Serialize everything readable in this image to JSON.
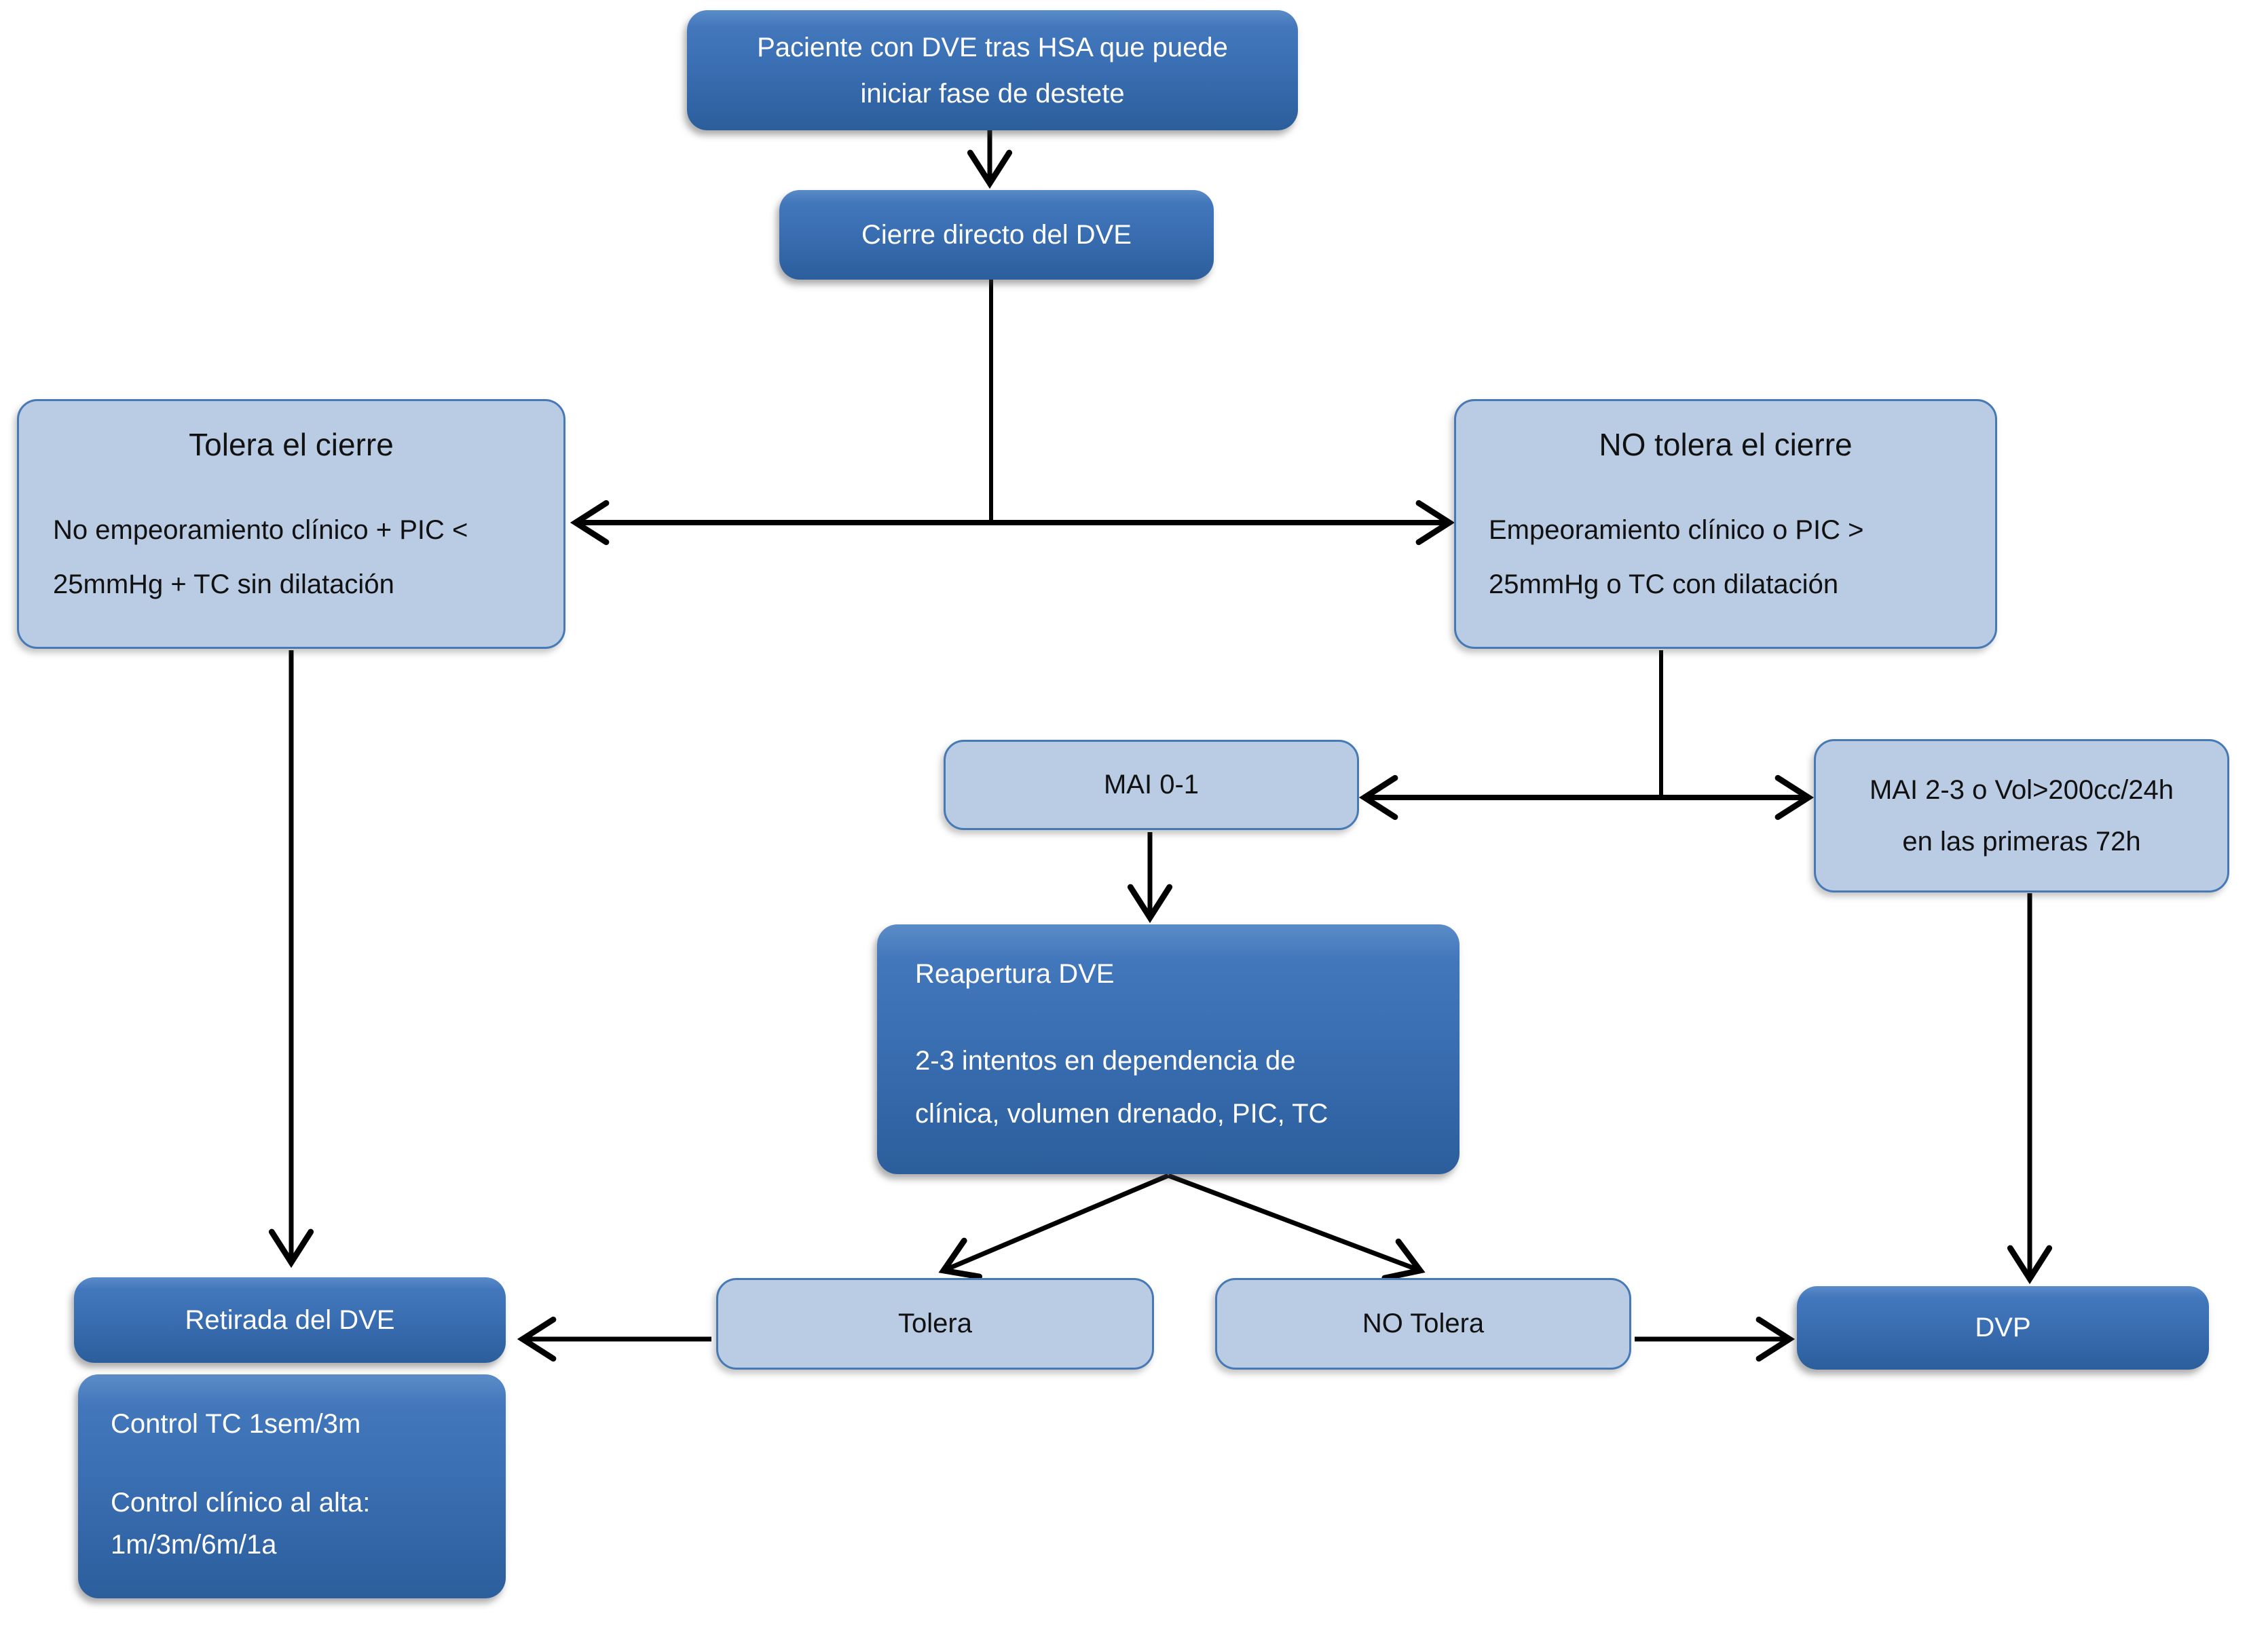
{
  "colors": {
    "background": "#ffffff",
    "dark_node_top": "#5b8cc8",
    "dark_node_bottom": "#2c5e9c",
    "dark_node_text": "#ffffff",
    "light_node_fill": "#b9cce4",
    "light_node_border": "#4779b5",
    "light_node_text": "#111111",
    "arrow": "#000000"
  },
  "nodes": {
    "paciente_inicio": {
      "lines": [
        "Paciente con DVE tras HSA que puede",
        "iniciar fase de destete"
      ]
    },
    "cierre_directo": {
      "label": "Cierre directo del DVE"
    },
    "tolera_el_cierre": {
      "title": "Tolera el cierre",
      "body_lines": [
        "No empeoramiento clínico + PIC <",
        "25mmHg + TC sin dilatación"
      ]
    },
    "no_tolera_el_cierre": {
      "title": "NO tolera el cierre",
      "body_lines": [
        "Empeoramiento clínico o PIC >",
        "25mmHg o TC con dilatación"
      ]
    },
    "mai_0_1": {
      "label": "MAI 0-1"
    },
    "mai_2_3": {
      "lines": [
        "MAI 2-3 o Vol>200cc/24h",
        "en las primeras 72h"
      ]
    },
    "reapertura_dve": {
      "title": "Reapertura DVE",
      "body_lines": [
        "2-3 intentos en dependencia de",
        "clínica, volumen drenado, PIC, TC"
      ]
    },
    "retirada_dve": {
      "label": "Retirada del DVE"
    },
    "control_seguimiento": {
      "lines": [
        "Control TC 1sem/3m",
        "Control clínico al alta:",
        "1m/3m/6m/1a"
      ]
    },
    "tolera": {
      "label": "Tolera"
    },
    "no_tolera": {
      "label": "NO Tolera"
    },
    "dvp": {
      "label": "DVP"
    }
  }
}
